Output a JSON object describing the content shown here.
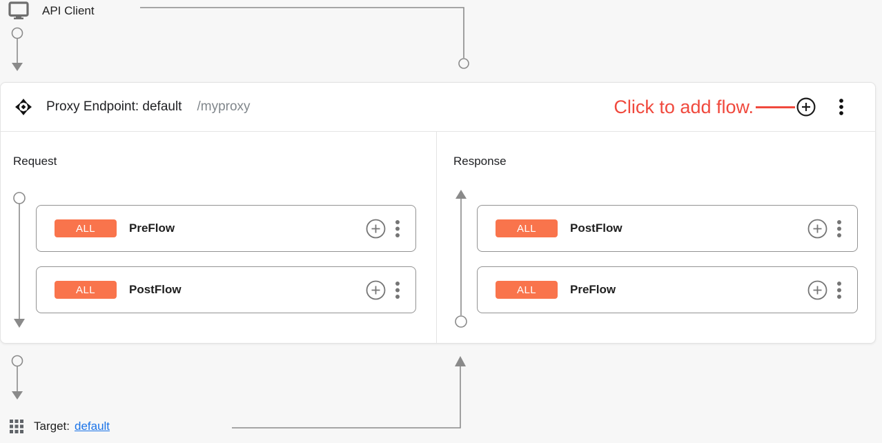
{
  "colors": {
    "page_bg": "#F7F7F7",
    "badge_orange": "#F9744C",
    "annotation_red": "#F0493D",
    "link_blue": "#1A73E8",
    "connector_gray": "#8A8A8A"
  },
  "icons": {
    "api-client-icon": "desktop-monitor",
    "proxy-endpoint-icon": "move-arrows",
    "add-icon": "circled-plus ⊕",
    "more-menu-icon": "vertical-ellipsis ⋮",
    "target-icon": "apps-grid 3x3"
  },
  "api_client": {
    "label": "API Client"
  },
  "proxy_endpoint": {
    "title": "Proxy Endpoint: default",
    "path": "/myproxy",
    "annotation": "Click to add flow.",
    "request": {
      "heading": "Request",
      "flows": [
        {
          "badge": "ALL",
          "name": "PreFlow"
        },
        {
          "badge": "ALL",
          "name": "PostFlow"
        }
      ]
    },
    "response": {
      "heading": "Response",
      "flows": [
        {
          "badge": "ALL",
          "name": "PostFlow"
        },
        {
          "badge": "ALL",
          "name": "PreFlow"
        }
      ]
    }
  },
  "target": {
    "label": "Target:",
    "link": "default"
  }
}
